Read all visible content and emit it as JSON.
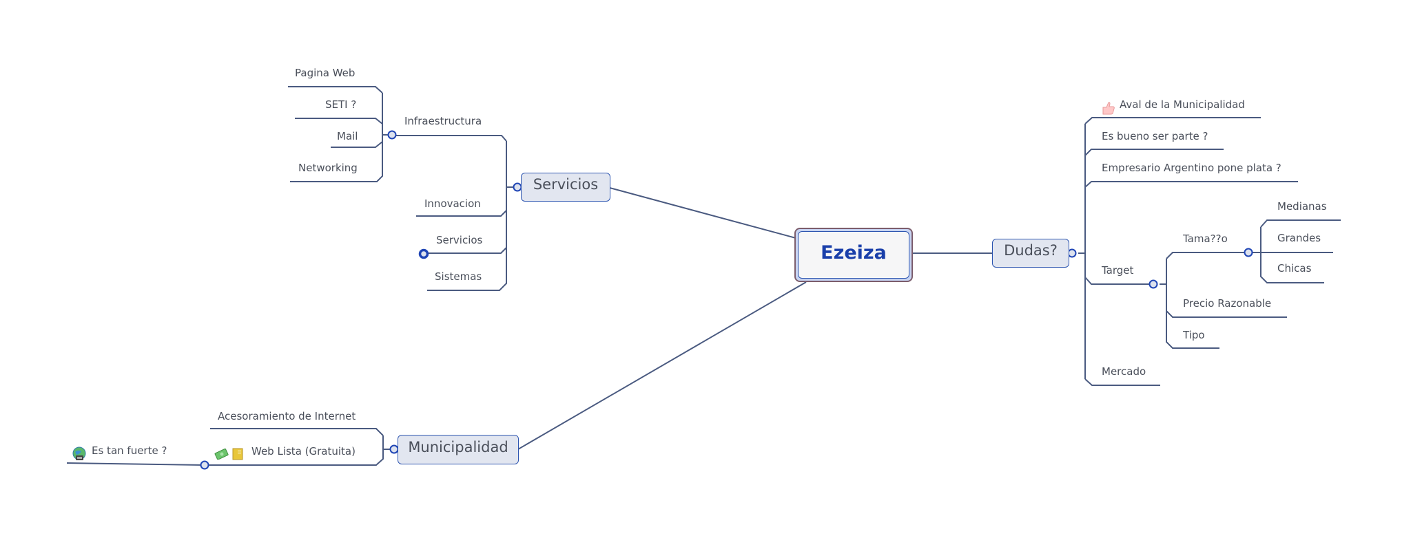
{
  "central": {
    "label": "Ezeiza"
  },
  "topics": {
    "servicios": {
      "label": "Servicios",
      "children": [
        {
          "label": "Infraestructura",
          "children": [
            {
              "label": "Pagina Web"
            },
            {
              "label": "SETI ?"
            },
            {
              "label": "Mail"
            },
            {
              "label": "Networking"
            }
          ]
        },
        {
          "label": "Innovacion"
        },
        {
          "label": "Servicios"
        },
        {
          "label": "Sistemas"
        }
      ]
    },
    "municipalidad": {
      "label": "Municipalidad",
      "children": [
        {
          "label": "Acesoramiento de Internet"
        },
        {
          "label": "Web Lista (Gratuita)",
          "icons": [
            "money-icon",
            "note-icon"
          ],
          "children": [
            {
              "label": "Es tan fuerte ?",
              "icons": [
                "globe-lock-icon"
              ]
            }
          ]
        }
      ]
    },
    "dudas": {
      "label": "Dudas?",
      "children": [
        {
          "label": "Aval de la Municipalidad",
          "icons": [
            "thumbs-up-icon"
          ]
        },
        {
          "label": "Es bueno ser parte ?"
        },
        {
          "label": "Empresario Argentino pone plata ?"
        },
        {
          "label": "Target",
          "children": [
            {
              "label": "Tama??o",
              "children": [
                {
                  "label": "Medianas"
                },
                {
                  "label": "Grandes"
                },
                {
                  "label": "Chicas"
                }
              ]
            },
            {
              "label": "Precio Razonable"
            },
            {
              "label": "Tipo"
            }
          ]
        },
        {
          "label": "Mercado"
        }
      ]
    }
  },
  "colors": {
    "line": "#4a5a80",
    "collapse_marker": "#1f45b5",
    "node_fill": "#e2e6f0",
    "central_text": "#1a3faa"
  }
}
